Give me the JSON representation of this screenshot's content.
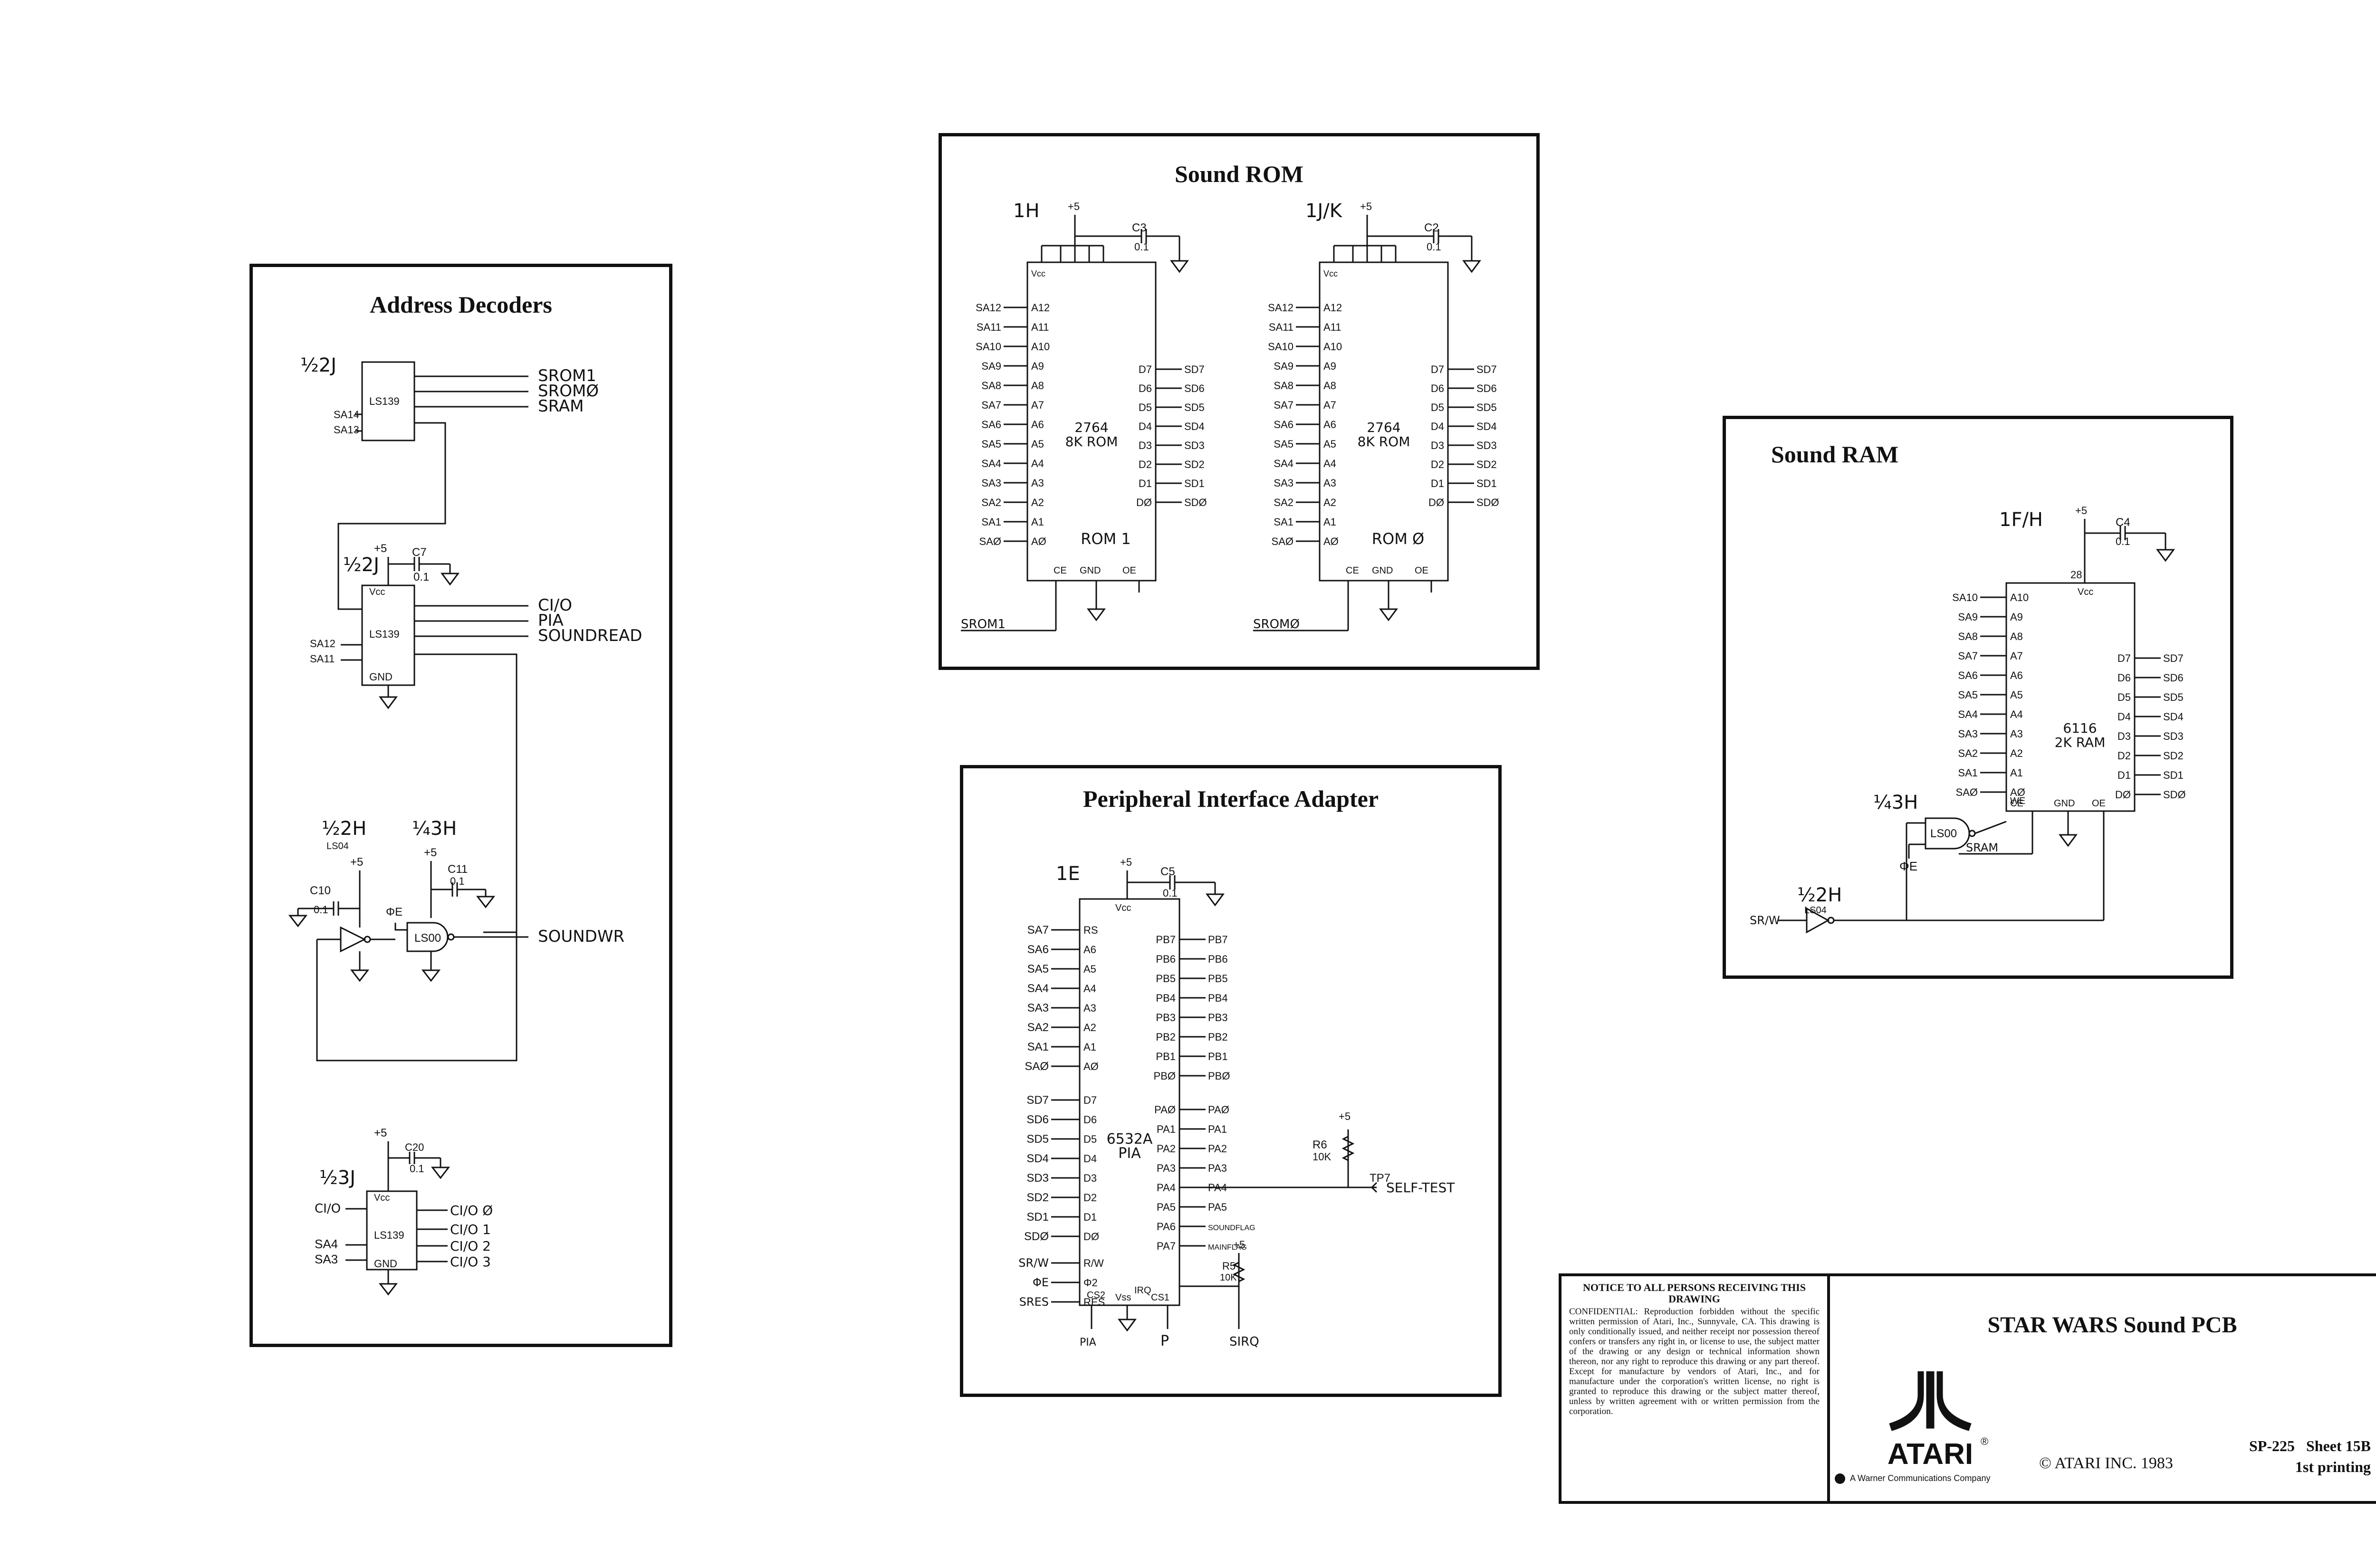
{
  "sheet": {
    "title": "STAR WARS Sound PCB",
    "number": "SP-225   Sheet 15B",
    "printing": "1st printing",
    "copyright": "© ATARI INC. 1983",
    "brand": "ATARI",
    "parent": "A Warner Communications Company",
    "notice_title": "NOTICE TO ALL PERSONS RECEIVING THIS DRAWING",
    "notice_text": "CONFIDENTIAL: Reproduction forbidden without the specific written permission of Atari, Inc., Sunnyvale, CA. This drawing is only conditionally issued, and neither receipt nor possession thereof confers or transfers any right in, or license to use, the subject matter of the drawing or any design or technical information shown thereon, nor any right to reproduce this drawing or any part thereof. Except for manufacture by vendors of Atari, Inc., and for manufacture under the corporation's written license, no right is granted to reproduce this drawing or the subject matter thereof, unless by written agreement with or written permission from the corporation."
  },
  "address_decoders": {
    "title": "Address Decoders",
    "u1": {
      "ref": "½2J",
      "chip": "LS139",
      "inputs": [
        "SA14",
        "SA13"
      ],
      "outputs": [
        "SROM1",
        "SROMØ",
        "SRAM"
      ]
    },
    "u2": {
      "ref": "½2J",
      "chip": "LS139",
      "cap": "C7",
      "cap_val": "0.1",
      "inputs": [
        "SA12",
        "SA11"
      ],
      "outputs": [
        "CI/O",
        "PIA",
        "SOUNDREAD"
      ]
    },
    "u3": {
      "ref": "½2H",
      "chip": "LS04",
      "cap": "C10",
      "cap_val": "0.1"
    },
    "u4": {
      "ref": "¼3H",
      "chip": "LS00",
      "cap": "C11",
      "cap_val": "0.1",
      "clock": "ΦE",
      "output": "SOUNDWR"
    },
    "u5": {
      "ref": "½3J",
      "chip": "LS139",
      "cap": "C20",
      "cap_val": "0.1",
      "inputs": [
        "CI/O",
        "SA4",
        "SA3"
      ],
      "outputs": [
        "CI/O Ø",
        "CI/O 1",
        "CI/O 2",
        "CI/O 3"
      ]
    },
    "vcc": "+5",
    "gnd": "GND",
    "vcc_label": "Vcc"
  },
  "sound_rom": {
    "title": "Sound ROM",
    "chips": [
      {
        "ref": "1H",
        "part": "2764",
        "size": "8K ROM",
        "name": "ROM 1",
        "cap": "C3",
        "cap_val": "0.1",
        "select": "SROM1"
      },
      {
        "ref": "1J/K",
        "part": "2764",
        "size": "8K ROM",
        "name": "ROM Ø",
        "cap": "C2",
        "cap_val": "0.1",
        "select": "SROMØ"
      }
    ],
    "address_pins": [
      "SA12",
      "SA11",
      "SA10",
      "SA9",
      "SA8",
      "SA7",
      "SA6",
      "SA5",
      "SA4",
      "SA3",
      "SA2",
      "SA1",
      "SAØ"
    ],
    "address_names": [
      "A12",
      "A11",
      "A10",
      "A9",
      "A8",
      "A7",
      "A6",
      "A5",
      "A4",
      "A3",
      "A2",
      "A1",
      "AØ"
    ],
    "data_pins": [
      "SD7",
      "SD6",
      "SD5",
      "SD4",
      "SD3",
      "SD2",
      "SD1",
      "SDØ"
    ],
    "data_names": [
      "D7",
      "D6",
      "D5",
      "D4",
      "D3",
      "D2",
      "D1",
      "DØ"
    ]
  },
  "pia": {
    "title": "Peripheral Interface Adapter",
    "ref": "1E",
    "part": "6532A",
    "name": "PIA",
    "cap": "C5",
    "cap_val": "0.1",
    "left_signals": [
      "SA7",
      "SA6",
      "SA5",
      "SA4",
      "SA3",
      "SA2",
      "SA1",
      "SAØ",
      "SD7",
      "SD6",
      "SD5",
      "SD4",
      "SD3",
      "SD2",
      "SD1",
      "SDØ",
      "SR/W",
      "ΦE",
      "SRES"
    ],
    "left_pins": [
      "RS",
      "A6",
      "A5",
      "A4",
      "A3",
      "A2",
      "A1",
      "AØ",
      "D7",
      "D6",
      "D5",
      "D4",
      "D3",
      "D2",
      "D1",
      "DØ",
      "R/W",
      "Φ2",
      "RES"
    ],
    "right_pins": [
      "PB7",
      "PB6",
      "PB5",
      "PB4",
      "PB3",
      "PB2",
      "PB1",
      "PBØ",
      "PAØ",
      "PA1",
      "PA2",
      "PA3",
      "PA4",
      "PA5",
      "PA6",
      "PA7"
    ],
    "right_signals": [
      "PB7",
      "PB6",
      "PB5",
      "PB4",
      "PB3",
      "PB2",
      "PB1",
      "PBØ",
      "PAØ",
      "PA1",
      "PA2",
      "PA3",
      "PA4",
      "PA5",
      "SOUNDFLAG",
      "MAINFLAG"
    ],
    "r6": "R6",
    "r6_val": "10K",
    "tp": "TP7",
    "self_test": "SELF-TEST",
    "r5": "R5",
    "r5_val": "10K",
    "irq": "SIRQ",
    "cs2": "PIA",
    "p": "P"
  },
  "sound_ram": {
    "title": "Sound RAM",
    "ref": "1F/H",
    "part": "6116",
    "size": "2K RAM",
    "cap": "C4",
    "cap_val": "0.1",
    "address_pins": [
      "SA10",
      "SA9",
      "SA8",
      "SA7",
      "SA6",
      "SA5",
      "SA4",
      "SA3",
      "SA2",
      "SA1",
      "SAØ"
    ],
    "address_names": [
      "A10",
      "A9",
      "A8",
      "A7",
      "A6",
      "A5",
      "A4",
      "A3",
      "A2",
      "A1",
      "AØ"
    ],
    "data_pins": [
      "SD7",
      "SD6",
      "SD5",
      "SD4",
      "SD3",
      "SD2",
      "SD1",
      "SDØ"
    ],
    "data_names": [
      "D7",
      "D6",
      "D5",
      "D4",
      "D3",
      "D2",
      "D1",
      "DØ"
    ],
    "nand": "¼3H",
    "nand_chip": "LS00",
    "clock": "ΦE",
    "select": "SRAM",
    "inv": "½2H",
    "inv_chip": "LS04",
    "rw": "SR/W"
  }
}
